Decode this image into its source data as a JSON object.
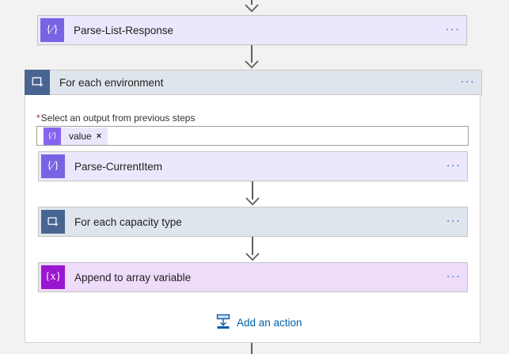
{
  "theme": {
    "canvas_bg": "#f2f2f2",
    "parse_card_bg": "#ece7fd",
    "parse_icon_bg": "#7963e3",
    "loop_card_bg": "#dfe5ed",
    "loop_icon_bg": "#486591",
    "variable_card_bg": "#eedcfb",
    "variable_icon_bg": "#9b16d1",
    "link_blue": "#0062ad",
    "menu_blue": "#0064bf",
    "required_red": "#a4262c",
    "connector_gray": "#605e5c",
    "card_border": "#c8c6c4"
  },
  "flow": {
    "top_connector": {
      "name": "connector-into-parse-list-response"
    },
    "parse_list_response": {
      "title": "Parse-List-Response",
      "icon": "json-parse-icon",
      "icon_glyph": "{⁄}",
      "menu_glyph": "···",
      "type": "parse"
    },
    "connector_parse_to_foreach": {
      "name": "connector-parse-to-foreach"
    },
    "for_each_environment": {
      "title": "For each environment",
      "icon": "foreach-loop-icon",
      "menu_glyph": "···",
      "parameter": {
        "required_marker": "*",
        "label": "Select an output from previous steps",
        "token": {
          "text": "value",
          "icon": "json-parse-token-icon",
          "icon_glyph": "{⁄}",
          "remove_glyph": "×"
        }
      },
      "children": [
        {
          "title": "Parse-CurrentItem",
          "icon": "json-parse-icon",
          "icon_glyph": "{⁄}",
          "menu_glyph": "···",
          "type": "parse"
        },
        {
          "title": "For each capacity type",
          "icon": "foreach-loop-icon",
          "menu_glyph": "···",
          "type": "loop"
        },
        {
          "title": "Append to array variable",
          "icon": "variable-braces-icon",
          "icon_glyph": "{x}",
          "menu_glyph": "···",
          "type": "variable"
        }
      ],
      "add_action": {
        "label": "Add an action",
        "icon": "insert-action-icon"
      }
    },
    "bottom_connector": {
      "name": "connector-below-foreach"
    }
  }
}
